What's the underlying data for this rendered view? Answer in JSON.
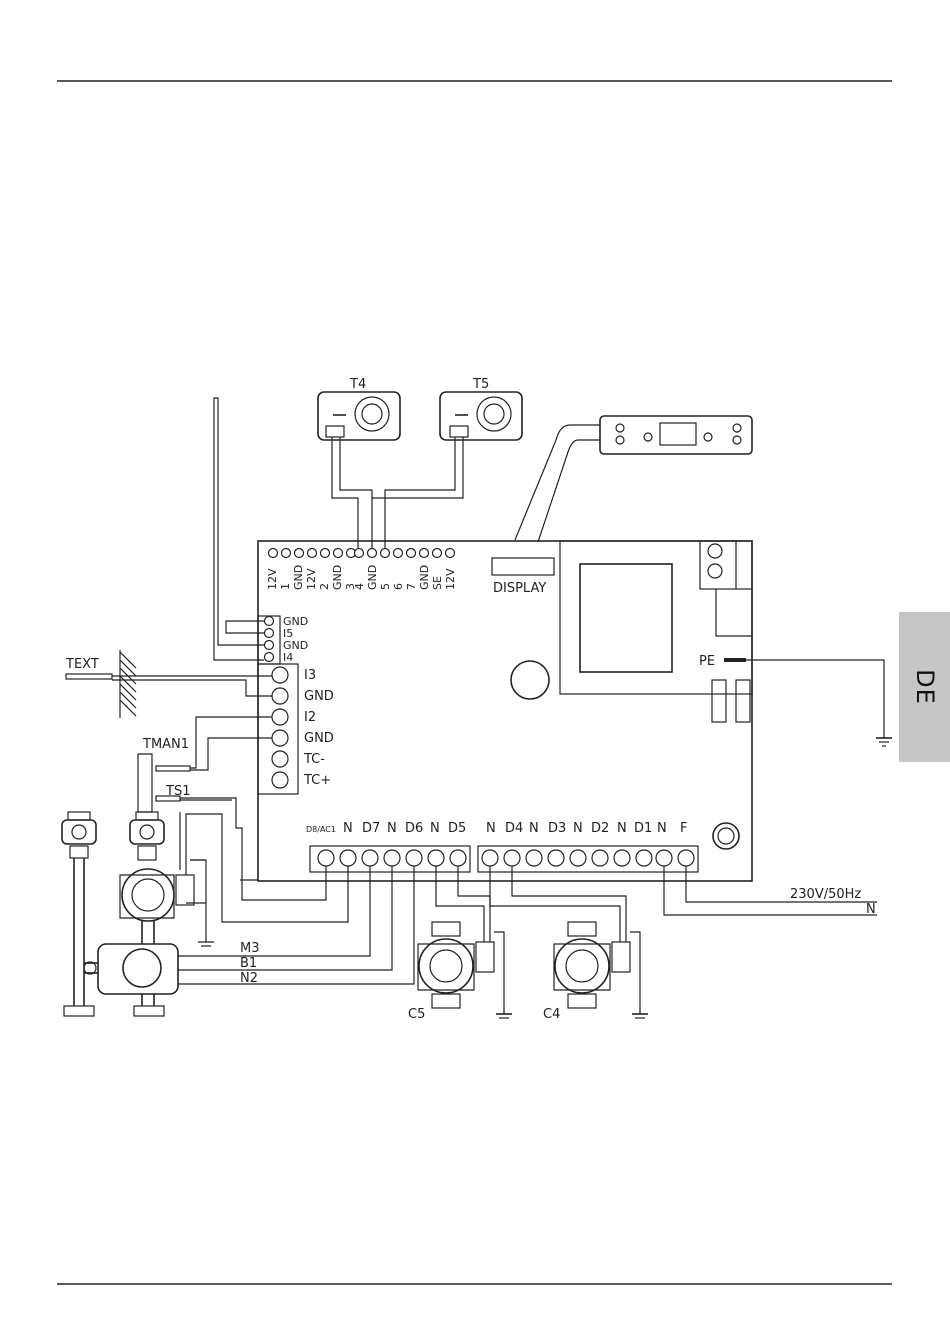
{
  "language_tab": "DE",
  "labels": {
    "thermostat_t4": "T4",
    "thermostat_t5": "T5",
    "display": "DISPLAY",
    "top_terminals": [
      "12V",
      "1",
      "GND",
      "12V",
      "2",
      "GND",
      "3",
      "4",
      "GND",
      "5",
      "6",
      "7",
      "GND",
      "SE",
      "12V"
    ],
    "left_small_terminals": [
      "GND",
      "I5",
      "GND",
      "I4"
    ],
    "left_big_terminals": [
      "I3",
      "GND",
      "I2",
      "GND",
      "TC-",
      "TC+"
    ],
    "bottom_left_terminals": [
      "D8/AC1",
      "N",
      "D7",
      "N",
      "D6",
      "N",
      "D5"
    ],
    "bottom_right_terminals": [
      "N",
      "D4",
      "N",
      "D3",
      "N",
      "D2",
      "N",
      "D1",
      "N",
      "F"
    ],
    "text_sensor": "TEXT",
    "tman1": "TMAN1",
    "ts1": "TS1",
    "pe": "PE",
    "m3": "M3",
    "b1": "B1",
    "n2": "N2",
    "c5": "C5",
    "c4": "C4",
    "power": "230V/50Hz",
    "neutral": "N"
  }
}
